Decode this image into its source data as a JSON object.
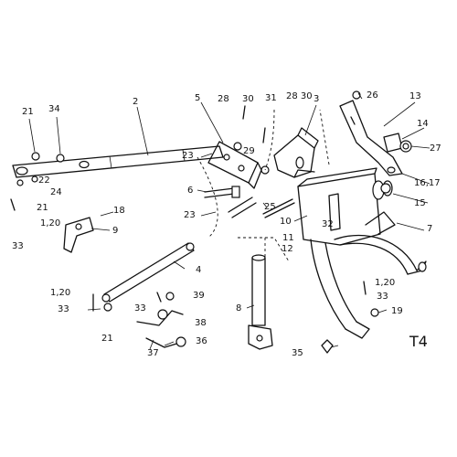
{
  "sheet_id": "T4",
  "callouts": [
    "1,20",
    "2",
    "3",
    "5",
    "6",
    "7",
    "8",
    "9",
    "10",
    "11",
    "12",
    "13",
    "14",
    "15",
    "16,17",
    "18",
    "19",
    "21",
    "22",
    "23",
    "24",
    "25",
    "26",
    "27",
    "28",
    "28",
    "29",
    "30",
    "30",
    "31",
    "32",
    "33",
    "34",
    "35",
    "36",
    "37",
    "38",
    "39",
    "4"
  ],
  "labels": {
    "l_21a": "21",
    "l_34": "34",
    "l_2": "2",
    "l_5": "5",
    "l_28a": "28",
    "l_30a": "30",
    "l_31": "31",
    "l_2830": "28 30",
    "l_3": "3",
    "l_26": "26",
    "l_13": "13",
    "l_14": "14",
    "l_27": "27",
    "l_1617": "16,17",
    "l_15": "15",
    "l_29": "29",
    "l_22": "22",
    "l_24": "24",
    "l_21b": "21",
    "l_120a": "1,20",
    "l_33a": "33",
    "l_18": "18",
    "l_9": "9",
    "l_23a": "23",
    "l_6": "6",
    "l_23b": "23",
    "l_25": "25",
    "l_10": "10",
    "l_11": "11",
    "l_32": "32",
    "l_12": "12",
    "l_7": "7",
    "l_4": "4",
    "l_120b": "1,20",
    "l_33b": "33",
    "l_120c": "1,20",
    "l_33c": "33",
    "l_39": "39",
    "l_8": "8",
    "l_33d": "33",
    "l_38": "38",
    "l_19": "19",
    "l_21c": "21",
    "l_36": "36",
    "l_37": "37",
    "l_35": "35"
  }
}
